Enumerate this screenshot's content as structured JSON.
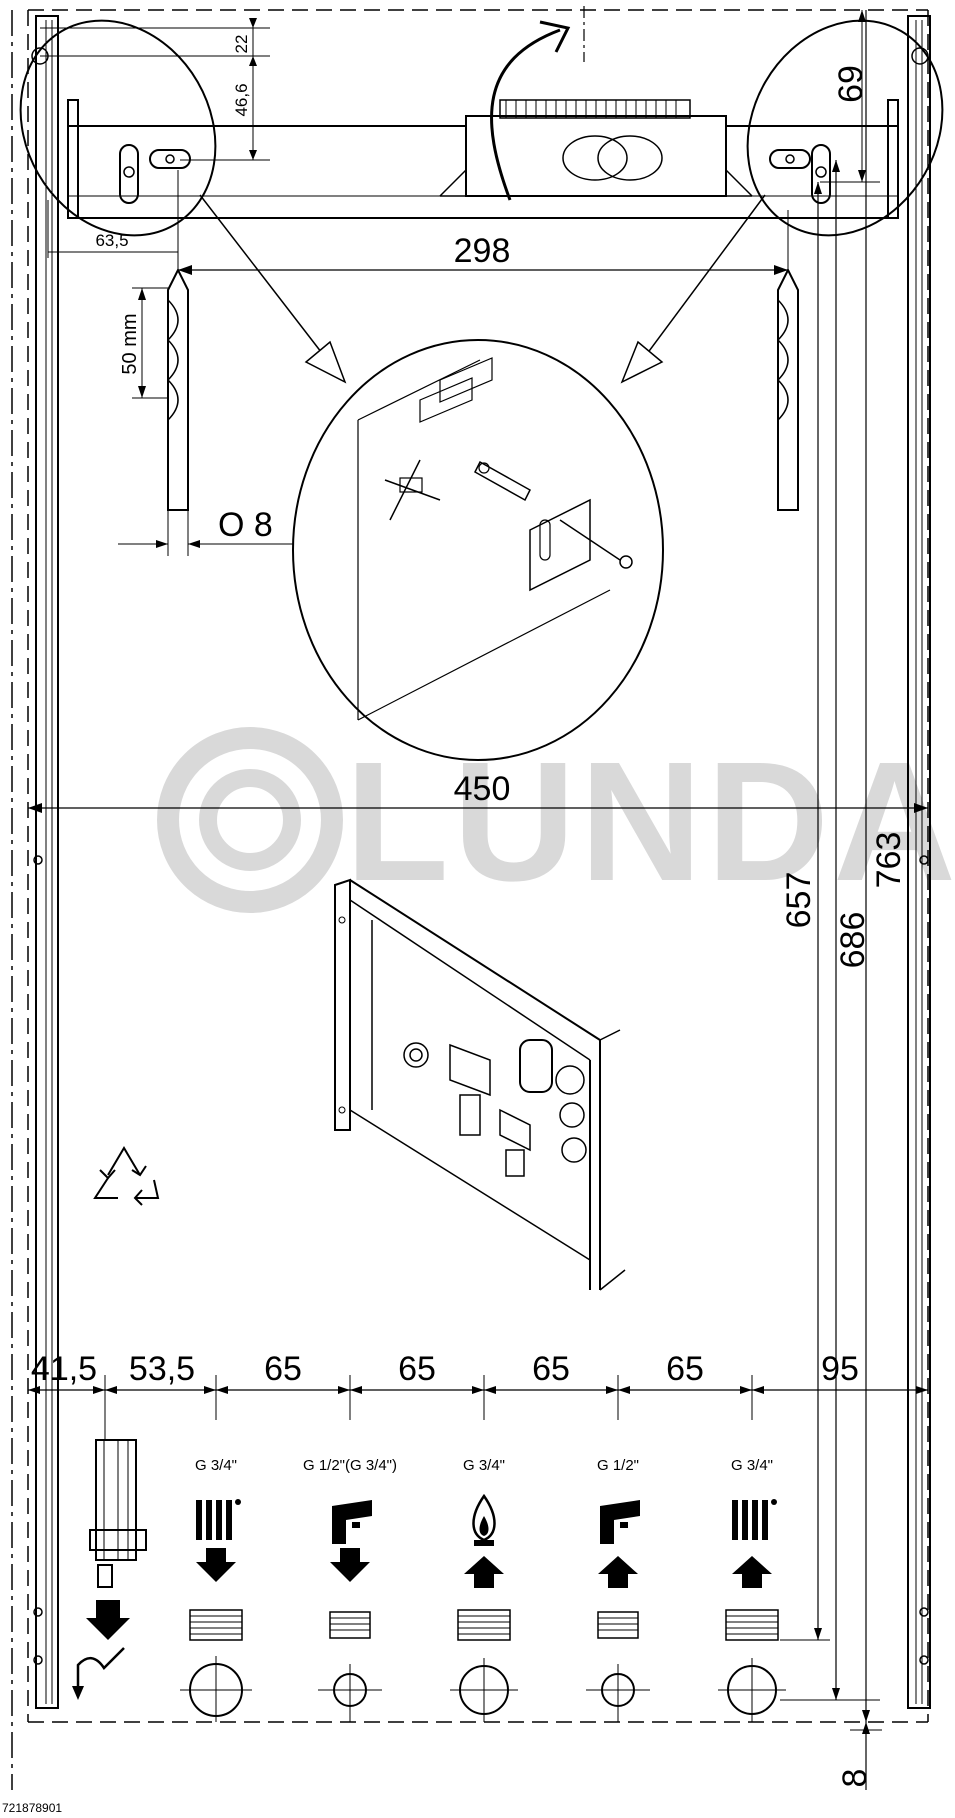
{
  "drawing": {
    "watermark": "LUNDA",
    "drawing_number": "721878901"
  },
  "dimensions": {
    "top_22": "22",
    "top_46_6": "46,6",
    "left_63_5": "63,5",
    "bracket_298": "298",
    "drill_depth": "50 mm",
    "drill_diameter": "O 8",
    "right_69": "69",
    "width_450": "450",
    "height_657": "657",
    "height_686": "686",
    "height_763": "763",
    "bottom_8": "8",
    "spacing": [
      "41,5",
      "53,5",
      "65",
      "65",
      "65",
      "65",
      "95"
    ]
  },
  "connections": [
    {
      "size": "G 3/4\"",
      "type": "heating-flow",
      "direction": "down"
    },
    {
      "size": "G 1/2\"(G 3/4\")",
      "type": "hot-water",
      "direction": "down"
    },
    {
      "size": "G 3/4\"",
      "type": "gas",
      "direction": "up"
    },
    {
      "size": "G 1/2\"",
      "type": "cold-water",
      "direction": "up"
    },
    {
      "size": "G 3/4\"",
      "type": "heating-return",
      "direction": "up"
    }
  ]
}
